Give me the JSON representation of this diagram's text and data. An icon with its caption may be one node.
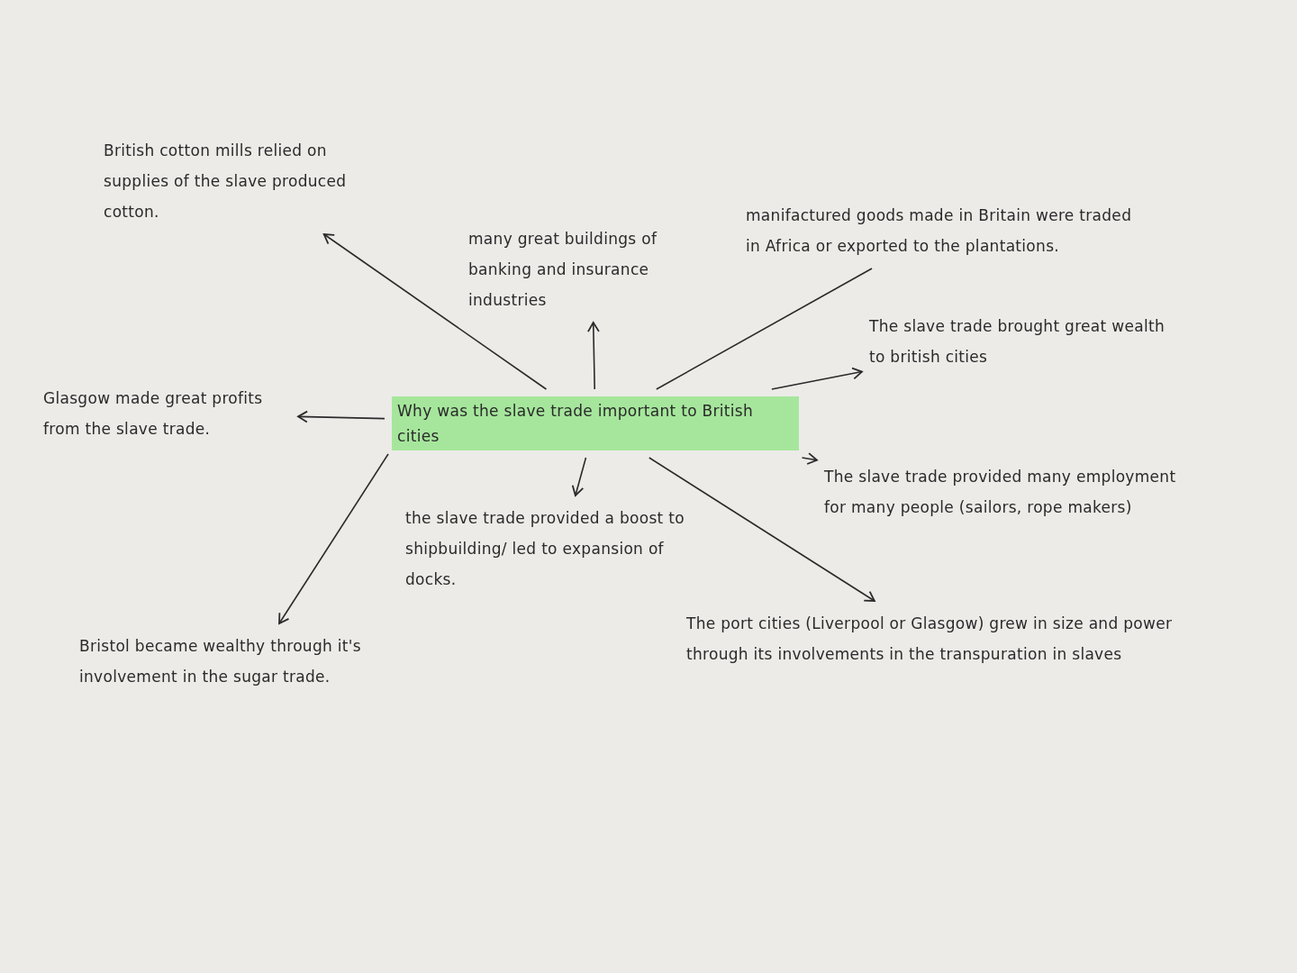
{
  "diagram": {
    "nodes": [
      {
        "text": [
          "Why was the slave trade important to British cities"
        ]
      },
      {
        "text": [
          "British cotton mills relied on supplies of the slave produced cotton."
        ]
      },
      {
        "text": [
          "many great buildings of banking and insurance industries"
        ]
      },
      {
        "text": [
          "manifactured goods made in Britain were traded in Africa or exported to the plantations."
        ]
      },
      {
        "text": [
          "The slave trade brought great wealth to british cities"
        ]
      },
      {
        "text": [
          "The slave trade provided many employment for many people (sailors, rope makers)"
        ]
      },
      {
        "text": [
          "The port cities (Liverpool or Glasgow) grew in size and power through its involvements in the transpuration in slaves"
        ]
      },
      {
        "text": [
          "the slave trade provided a boost to shipbuilding/ led to expansion of docks."
        ]
      },
      {
        "text": [
          "Bristol became wealthy through it's involvement in the sugar trade."
        ]
      },
      {
        "text": [
          "Glasgow made great profits from the slave trade."
        ]
      }
    ],
    "edges": [
      {
        "from": 0,
        "to": 1,
        "arrow": "to"
      },
      {
        "from": 0,
        "to": 2,
        "arrow": "to"
      },
      {
        "from": 0,
        "to": 3,
        "arrow": "none"
      },
      {
        "from": 0,
        "to": 4,
        "arrow": "to"
      },
      {
        "from": 0,
        "to": 5,
        "arrow": "to"
      },
      {
        "from": 0,
        "to": 6,
        "arrow": "to"
      },
      {
        "from": 0,
        "to": 7,
        "arrow": "to"
      },
      {
        "from": 0,
        "to": 8,
        "arrow": "to"
      },
      {
        "from": 0,
        "to": 9,
        "arrow": "to"
      }
    ]
  }
}
